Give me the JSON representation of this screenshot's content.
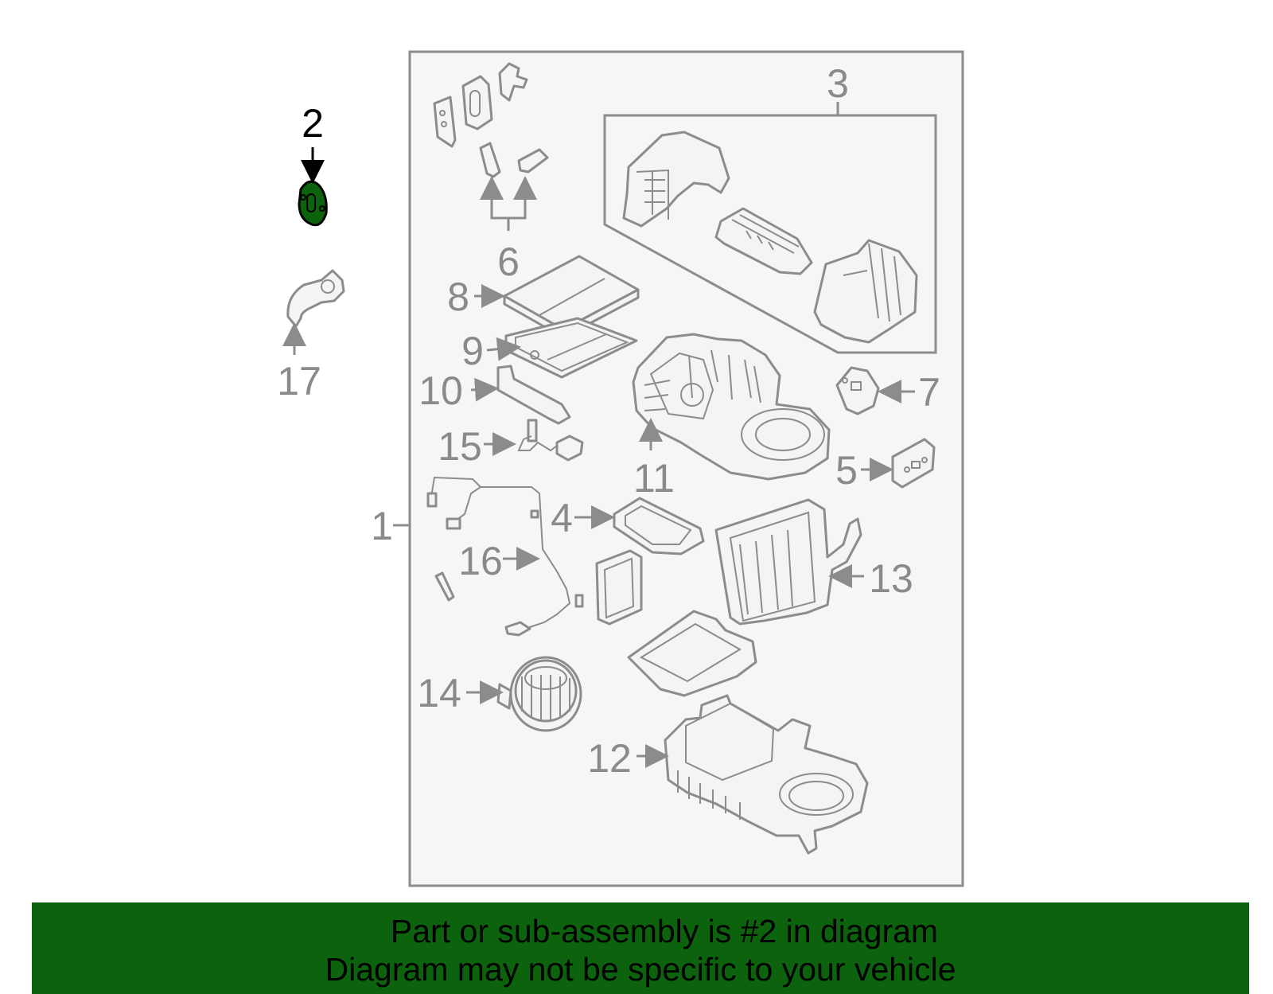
{
  "diagram": {
    "highlighted_part": "2",
    "highlight_color": "#0d630d",
    "callouts": {
      "c1": "1",
      "c2": "2",
      "c3": "3",
      "c4": "4",
      "c5": "5",
      "c6": "6",
      "c7": "7",
      "c8": "8",
      "c9": "9",
      "c10": "10",
      "c11": "11",
      "c12": "12",
      "c13": "13",
      "c14": "14",
      "c15": "15",
      "c16": "16",
      "c17": "17"
    }
  },
  "banner": {
    "line1": "Part or sub-assembly is #2 in diagram",
    "line2": "Diagram may not be specific to your vehicle",
    "background": "#0d630d"
  }
}
